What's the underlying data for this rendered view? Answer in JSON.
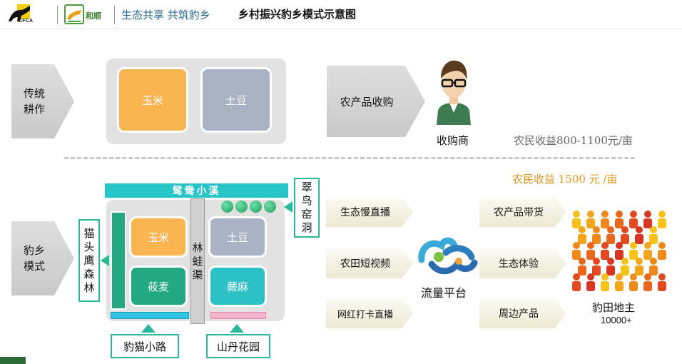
{
  "header": {
    "logo1_text": "CFCA",
    "logo2_text": "和顺",
    "slogan": "生态共享 共筑豹乡",
    "title": "乡村振兴豹乡模式示意图"
  },
  "traditional": {
    "label": "传统\n耕作",
    "crop1": "玉米",
    "crop2": "土豆",
    "purchase_arrow": "农产品收购",
    "buyer": "收购商",
    "income": "农民收益800-1100元/亩"
  },
  "leopard": {
    "label": "豹乡\n模式",
    "income": "农民收益 1500 元 /亩",
    "stream": "鸳鸯小溪",
    "cave": "翠\n鸟\n窑\n洞",
    "forest": "猫\n头\n鹰\n森\n林",
    "canal": "林\n蛙\n渠",
    "crops": [
      "玉米",
      "土豆",
      "莜麦",
      "蕨麻"
    ],
    "path": "豹猫小路",
    "garden": "山丹花园",
    "channels": [
      "生态慢直播",
      "农田短视频",
      "网红打卡直播"
    ],
    "platform": "流量平台",
    "outputs": [
      "农产品带货",
      "生态体验",
      "周边产品"
    ],
    "owners_label": "豹田地主",
    "owners_count": "10000+"
  },
  "colors": {
    "orange_tile": "#fbb550",
    "steel_tile": "#aab3c4",
    "teal_tile": "#23a884",
    "cyan_tile": "#2dc0c4",
    "stream": "#27c4c8",
    "frame_green": "#2bb89a",
    "income_orange": "#e0941a"
  },
  "icons": [
    "leopard-logo-icon",
    "hexun-logo-icon",
    "buyer-avatar-icon",
    "traffic-platform-icon",
    "crowd-icon"
  ]
}
